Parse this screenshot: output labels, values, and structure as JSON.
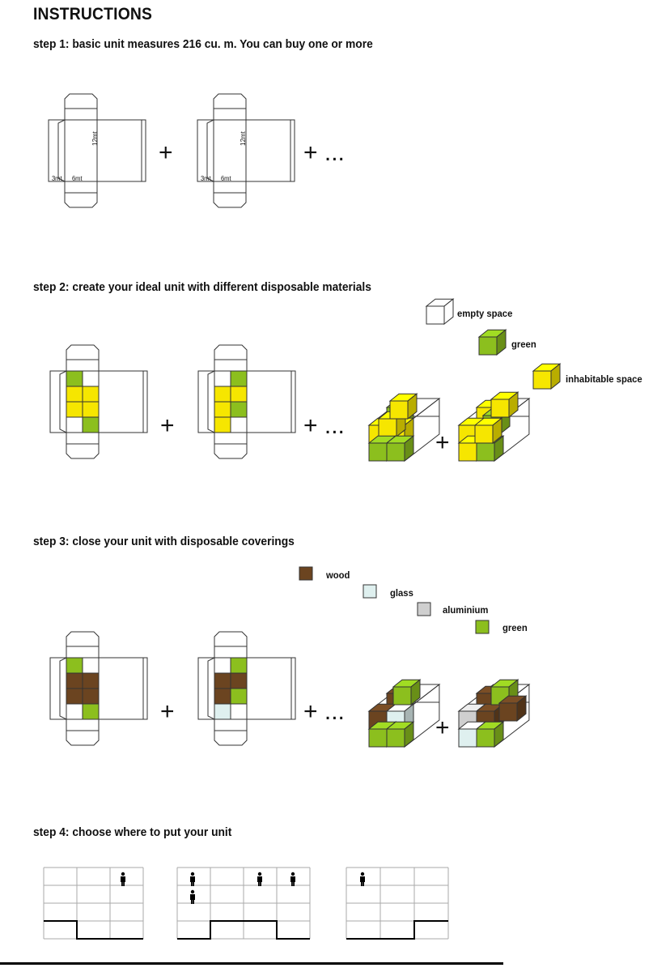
{
  "title": "INSTRUCTIONS",
  "steps": [
    {
      "id": 1,
      "label": "step 1: basic unit measures 216 cu. m.  You can buy one or more"
    },
    {
      "id": 2,
      "label": "step 2: create your ideal unit with different disposable materials"
    },
    {
      "id": 3,
      "label": "step 3: close your unit with disposable coverings"
    },
    {
      "id": 4,
      "label": "step 4: choose where to put your unit"
    }
  ],
  "dimensions": {
    "height": "12mt",
    "width": "6mt",
    "depth": "3mt"
  },
  "symbols": {
    "plus": "+",
    "more": "+ ..."
  },
  "legend_step2": {
    "empty": "empty space",
    "green": "green",
    "inhabitable": "inhabitable space"
  },
  "legend_step3": {
    "wood": "wood",
    "glass": "glass",
    "aluminium": "aluminium",
    "green": "green"
  },
  "colors": {
    "yellow": "#f6e600",
    "green": "#8cbf1e",
    "wood": "#6b4420",
    "glass": "#dff0ef",
    "aluminium": "#cfcfcf",
    "line": "#333333",
    "grid": "#aaaaaa"
  },
  "icons": {
    "person": "person-icon",
    "cube": "isometric-cube-icon"
  }
}
